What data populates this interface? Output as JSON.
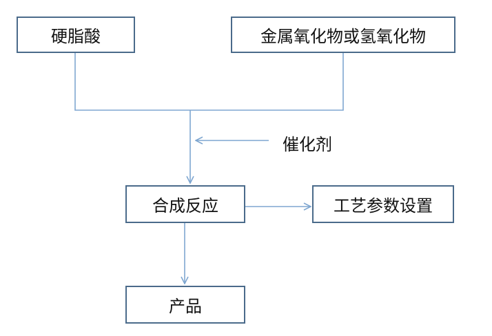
{
  "nodes": {
    "stearic_acid": "硬脂酸",
    "metal_oxide": "金属氧化物或氢氧化物",
    "catalyst": "催化剂",
    "synthesis": "合成反应",
    "process_params": "工艺参数设置",
    "product": "产品"
  },
  "colors": {
    "line": "#7ea6d0",
    "border": "#4a6a8a",
    "text": "#111111"
  }
}
